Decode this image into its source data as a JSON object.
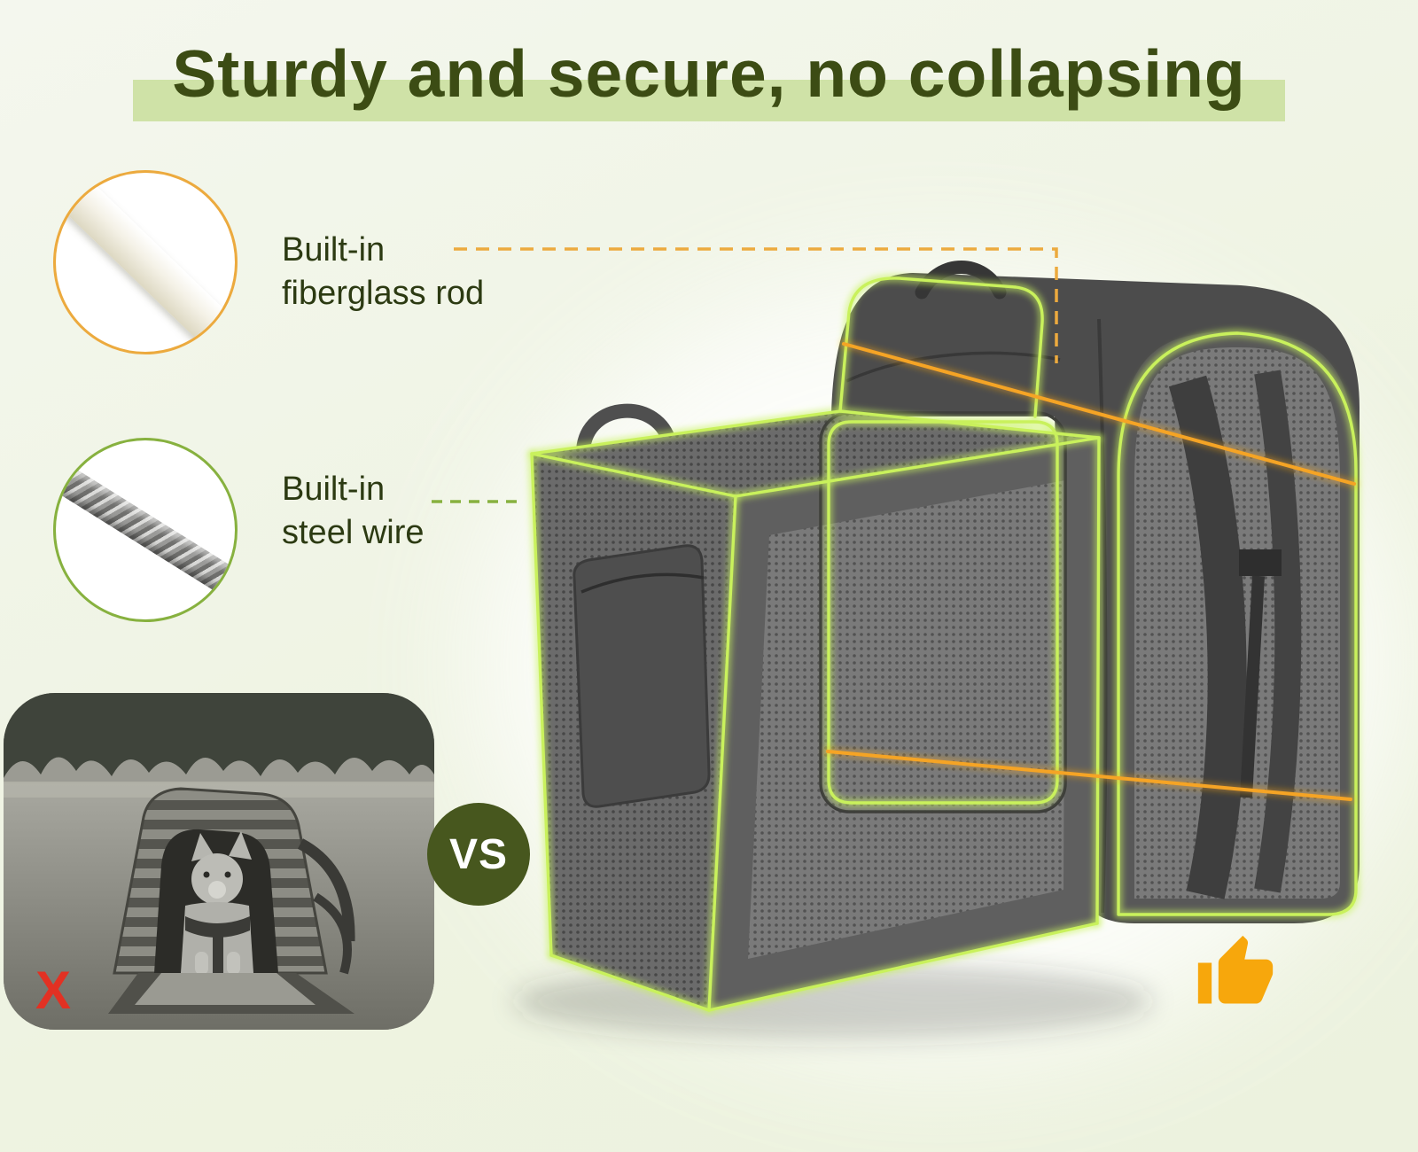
{
  "title": {
    "text": "Sturdy and secure, no collapsing"
  },
  "callouts": {
    "fiberglass": {
      "line1": "Built-in",
      "line2": "fiberglass rod",
      "icon": "fiberglass-rod"
    },
    "steel": {
      "line1": "Built-in",
      "line2": "steel wire",
      "icon": "steel-wire"
    }
  },
  "comparison": {
    "vs_label": "VS",
    "reject_mark": "X",
    "approve_icon": "thumbs-up"
  },
  "colors": {
    "page_bg": "#eff3e3",
    "title_text": "#3c4c14",
    "title_highlight": "#cfe2a7",
    "orange_accent": "#ecaa3e",
    "green_accent": "#87b13f",
    "glow_green": "#c9f15c",
    "rod_orange": "#f5a425",
    "vs_bg": "#47571e",
    "reject_red": "#e23123",
    "thumb_orange": "#f7a70c"
  }
}
